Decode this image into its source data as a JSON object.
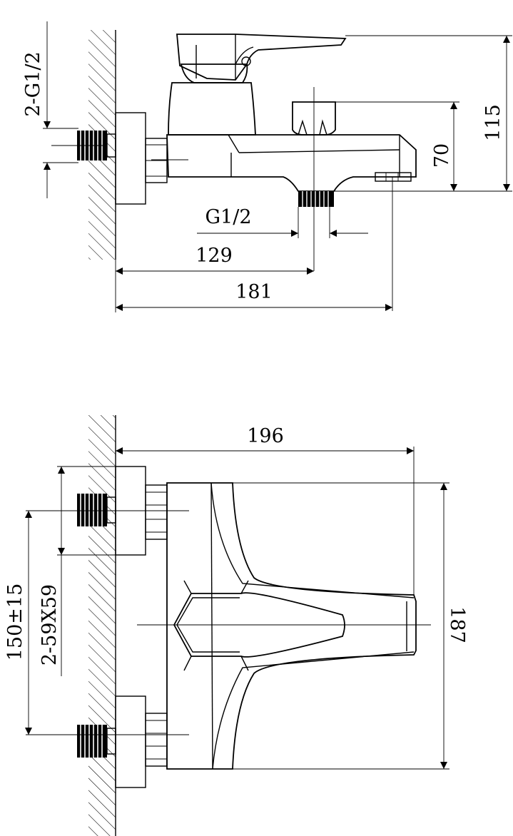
{
  "labels": {
    "thread_inlet": "2-G1/2",
    "height_115": "115",
    "height_70": "70",
    "thread_outlet": "G1/2",
    "dist_129": "129",
    "dist_181": "181",
    "width_196": "196",
    "height_187": "187",
    "center_distance": "150±15",
    "flange": "2-59X59"
  }
}
